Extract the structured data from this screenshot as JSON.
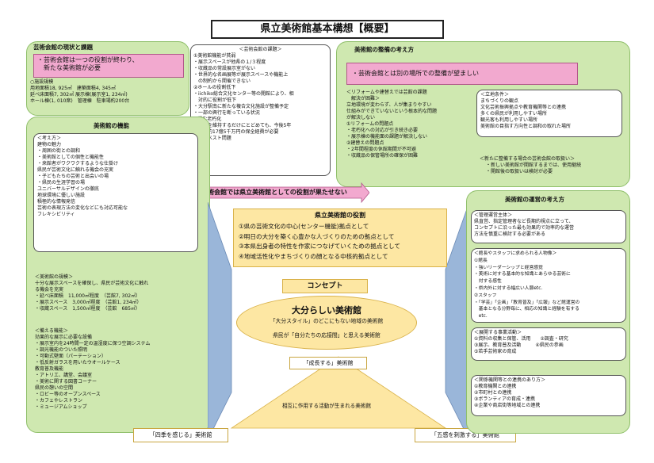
{
  "title": "県立美術館基本構想【概要】",
  "left_top": {
    "heading": "芸術会館の現状と課題",
    "banner_lines": [
      "・芸術会館は一つの役割が終わり、",
      "新たな美術館が必要"
    ],
    "facility_lines": [
      "○施設規模",
      "用地面積18, 925㎡　建築面積4, 345㎡",
      "延べ床面積7, 302㎡  展示棟(展示室1, 234㎡)",
      "ホール棟(1, 010席)　管理棟　駐車場約200台"
    ]
  },
  "issues_box": {
    "heading": "＜芸術会館の課題＞",
    "lines": [
      "①美術館機能が貧弱",
      "・展示スペースが他県の１/３程度",
      "・収蔵品の常設展示室がない",
      "・世界的な名画展等が展示スペースや機能上",
      "　の制約から開催できない",
      "②ホールの役割低下",
      "・iichiko総合文化センター等の開館により、相",
      "　対的に役割が低下",
      "・大分駅南に新たな複合文化施設が整備予定",
      "・一部の興行を断っている状況",
      "③還む老朽化",
      "・現状を維持するだけにとどめても、今後5年",
      "　間で約17億5千万円の保全経費が必要",
      "・アスベスト問題"
    ]
  },
  "right_top": {
    "heading": "美術館の整備の考え方",
    "banner": "・芸術会館とは別の場所での整備が望ましい",
    "reform_lines": [
      "＜リフォームや建替えでは芸館の課題",
      "　解決が困難＞",
      "立地環境が変わらず、人が集まりやすい",
      "仕組みができていないという根本的な問題",
      "が解決しない",
      "①リフォームの問題点",
      "・老朽化への対応が引き続き必要",
      "・展示棟の機能面の課題が解決しない",
      "②建替えの問題点",
      "・2年間程度の休館期間が不可避",
      "・収蔵品の保管場所の確保が困難"
    ],
    "location_lines": [
      "＜立地条件＞",
      "まちづくりの観点",
      "文化芸術振興拠点や教育機関等との連携",
      "多くの県民が利用しやすい場所",
      "観光客も利用しやすい場所",
      "美術館の目指す方向性と調和の取れた場所"
    ],
    "new_lines": [
      "＜新たに整備する場合の芸術会館の取扱い＞",
      "・新しい美術館が開館するまでは、使用継続",
      "・開館後の取扱いは検討が必要"
    ]
  },
  "pink_arrow": "芸術会館では県立美術館としての役割が果たせない",
  "left_bottom": {
    "heading": "美術館の機能",
    "concept_lines": [
      "＜考え方＞",
      "建物の魅力",
      "・周囲の街との調和",
      "・美術館としての個性と機能性",
      "・来館者がワクワクするような仕掛け",
      "県民が芸術文化に触れる機会の充実",
      "・子どもたちの芸術と出会いの場",
      "・県民の生涯学習の場",
      "ユニバーサルデザインの徹底",
      "地球環境に優しい施設",
      "積極的な情報発信",
      "芸術の表現方法の変化などにも対応可能な",
      "フレキシビリティ"
    ],
    "scale_lines": [
      "＜美術館の規模＞",
      "十分な展示スペースを確保し、県民が芸術文化に触れ",
      "る機会を充実",
      "・延べ床面積　11,000㎡程度　（芸館7, 302㎡）",
      "・展示スペース　3,000㎡程度　（芸館1, 234㎡）",
      "・収蔵スペース　1,500㎡程度　（芸館　685㎡）"
    ],
    "equip_lines": [
      "＜備える機能＞",
      "効果的な展示に必要な設備",
      "・展示室内を24時間一定の温湿度に保つ空調システム",
      "・調光機能のついた照明",
      "・可動式壁面（パーテーション）",
      "・低反射ガラスを用いたウオールケース",
      "教育普及機能",
      "・アトリエ、講堂、会議室",
      "・美術に関する図書コーナー",
      "県民の憩いの空間",
      "・ロビー等のオープンスペース",
      "・カフェやレストラン",
      "・ミュージアムショップ"
    ]
  },
  "role_box": {
    "heading": "県立美術館の役割",
    "items": [
      "①県の芸術文化の中心(センター機能)拠点として",
      "②明日の大分を築く心豊かな人づくりのための拠点として",
      "③本県出身者の特性を作家につなげていくための拠点として",
      "④地域活性化やまちづくりの顔となる中核的拠点として"
    ]
  },
  "concept": {
    "label": "コンセプト",
    "main": "大分らしい美術館",
    "sub1": "「大分スタイル」のどこにもない地域の美術館",
    "sub2": "県民が「自分たちの応接間」と思える美術館",
    "growing": "「成長する」美術館",
    "interact": "相互に作用する活動が生まれる美術館",
    "seasons": "「四季を感じる」美術館",
    "senses": "「五感を刺激する」美術館"
  },
  "right_bottom": {
    "heading": "美術館の運営の考え方",
    "mgmt_lines": [
      "＜管理運営主体＞",
      "県直営、指定管理者など長期的視点に立って、",
      "コンセプトに沿った最も効果的で効率的な運営",
      "方法を慎重に検討する必要がある"
    ],
    "staff_lines": [
      "＜館長やスタッフに求められる人物像＞",
      "①館長",
      "・強いリーダーシップと経営感覚",
      "・美術に対する基本的な知識とあらゆる芸術に",
      "　対する感性",
      "・県内外に対する幅広い人脈etc.",
      "②スタッフ",
      "・「学芸」「企画」「教育普及」「広報」など館運営の",
      "　基本となる分野毎に、相応の知識と経験を有する",
      "　etc."
    ],
    "duties_lines": [
      "＜展開する事業活動＞",
      "①資料の収集と保管、活用　　②調査・研究",
      "③展示、教育普及活動　　　④県民の参画",
      "⑤若手芸術家の育成"
    ],
    "links_lines": [
      "＜関係機関等との連携のあり方＞",
      "①教育機関との連携",
      "②市町村との連携",
      "③ボランティアの育成・連携",
      "④企業や商店街等地域との連携"
    ]
  },
  "colors": {
    "green": "#cfe8b0",
    "pink": "#f2a9cf",
    "yellow": "#fde7a3",
    "blue": "#9ab6d9"
  }
}
